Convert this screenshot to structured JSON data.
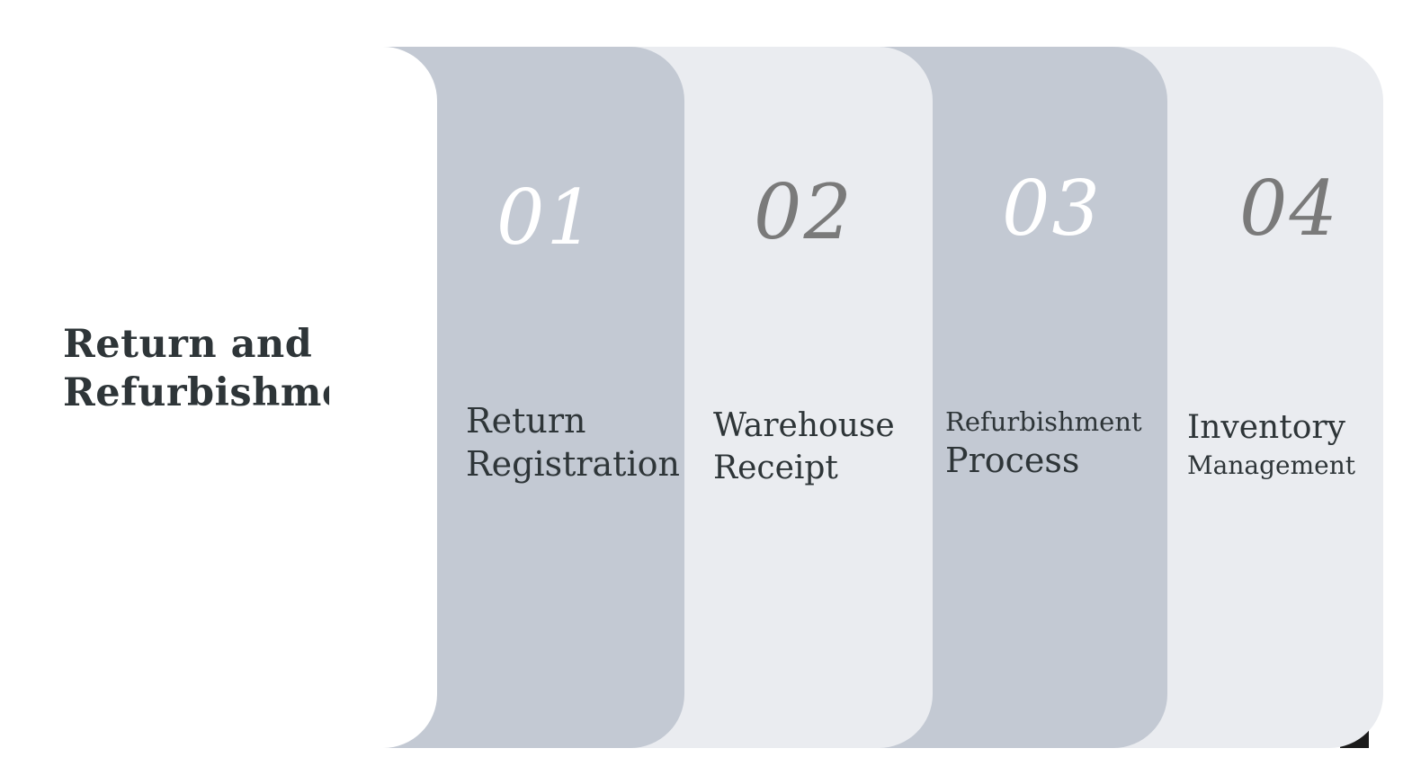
{
  "title": {
    "line1": "Return and",
    "line2": "Refurbishment"
  },
  "steps": [
    {
      "number": "01",
      "line1": "Return",
      "line2": "Registration"
    },
    {
      "number": "02",
      "line1": "Warehouse",
      "line2": "Receipt"
    },
    {
      "number": "03",
      "line1": "Refurbishment",
      "line2": "Process"
    },
    {
      "number": "04",
      "line1": "Inventory",
      "line2": "Management"
    }
  ],
  "colors": {
    "dark_panel": "#c3c9d3",
    "light_panel": "#eaecf0",
    "title_text": "#2e3538",
    "number_on_dark": "#ffffff",
    "number_on_light": "#7a7a7a"
  }
}
